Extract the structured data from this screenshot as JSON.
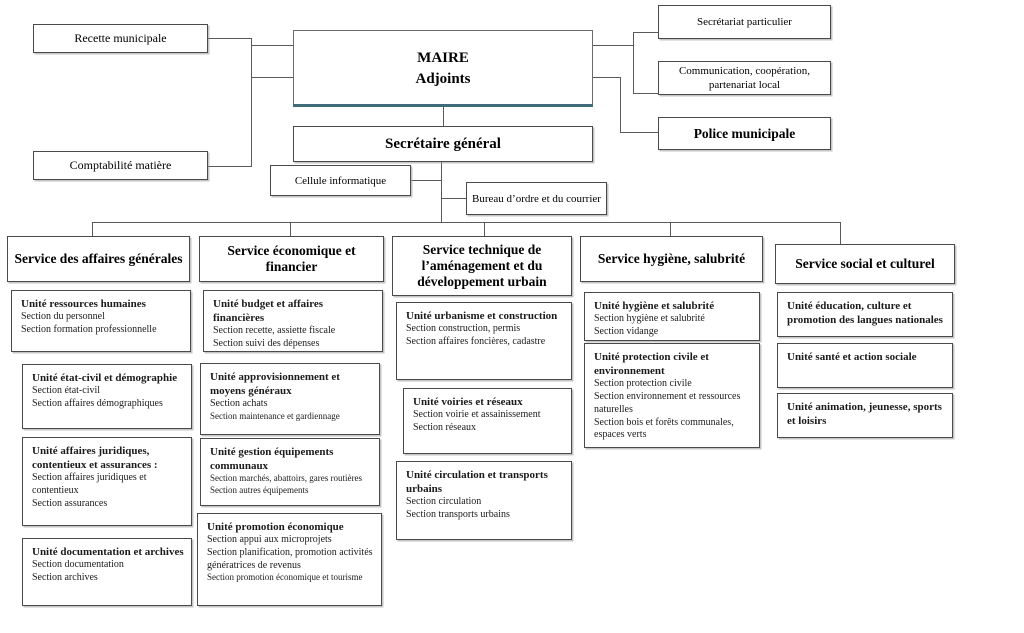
{
  "theme": {
    "accent_rule": "#3f6b7b",
    "box_border": "#4a4a4a",
    "connector": "#5a5a5a",
    "background": "#ffffff"
  },
  "root": {
    "title_line1": "MAIRE",
    "title_line2": "Adjoints"
  },
  "secretaire": {
    "label": "Secrétaire général"
  },
  "left_attached": [
    {
      "label": "Recette municipale"
    },
    {
      "label": "Comptabilité matière"
    }
  ],
  "right_attached": [
    {
      "label": "Secrétariat particulier"
    },
    {
      "label_line1": "Communication, coopération,",
      "label_line2": "partenariat local"
    },
    {
      "label": "Police municipale"
    }
  ],
  "sg_attached": [
    {
      "label": "Cellule informatique"
    },
    {
      "label": "Bureau d’ordre et du courrier"
    }
  ],
  "services": [
    {
      "name": "Service des affaires générales",
      "units": [
        {
          "title": "Unité ressources humaines",
          "lines": [
            "Section du personnel",
            "Section formation professionnelle"
          ]
        },
        {
          "title": "Unité état-civil et démographie",
          "lines": [
            "Section état-civil",
            "Section affaires démographiques"
          ]
        },
        {
          "title": "Unité affaires juridiques, contentieux et assurances :",
          "lines": [
            "Section affaires juridiques et contentieux",
            "Section assurances"
          ]
        },
        {
          "title": "Unité documentation et archives",
          "lines": [
            "Section documentation",
            "Section archives"
          ]
        }
      ]
    },
    {
      "name": "Service économique et financier",
      "units": [
        {
          "title": "Unité budget et affaires financières",
          "lines": [
            "Section recette, assiette fiscale",
            "Section suivi des dépenses"
          ]
        },
        {
          "title": "Unité approvisionnement et moyens généraux",
          "lines": [
            "Section achats",
            "Section maintenance et gardiennage"
          ]
        },
        {
          "title": "Unité gestion équipements communaux",
          "lines": [
            "Section marchés, abattoirs, gares routières",
            "Section autres équipements"
          ]
        },
        {
          "title": "Unité promotion économique",
          "lines": [
            "Section appui aux microprojets",
            "Section planification, promotion activités génératrices de revenus",
            "Section promotion économique et tourisme"
          ]
        }
      ]
    },
    {
      "name": "Service technique de l’aménagement et du développement urbain",
      "units": [
        {
          "title": "Unité urbanisme et construction",
          "lines": [
            "Section construction, permis",
            "Section affaires foncières, cadastre"
          ]
        },
        {
          "title": "Unité voiries et réseaux",
          "lines": [
            "Section voirie et assainissement",
            "Section réseaux"
          ]
        },
        {
          "title": "Unité circulation et transports urbains",
          "lines": [
            "Section circulation",
            "Section transports urbains"
          ]
        }
      ]
    },
    {
      "name": "Service hygiène, salubrité",
      "units": [
        {
          "title": "Unité hygiène et salubrité",
          "lines": [
            "Section hygiène et salubrité",
            "Section vidange"
          ]
        },
        {
          "title": "Unité protection civile et environnement",
          "lines": [
            "Section protection civile",
            "Section environnement et ressources naturelles",
            "Section bois et forêts communales, espaces verts"
          ]
        }
      ]
    },
    {
      "name": "Service social et culturel",
      "units": [
        {
          "title": "Unité éducation, culture et promotion des langues nationales",
          "lines": []
        },
        {
          "title": "Unité santé et action sociale",
          "lines": []
        },
        {
          "title": "Unité animation, jeunesse, sports et loisirs",
          "lines": []
        }
      ]
    }
  ]
}
